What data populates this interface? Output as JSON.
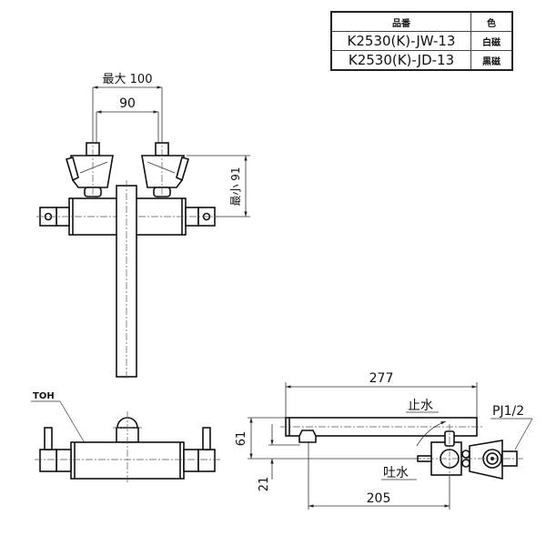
{
  "table": {
    "headers": {
      "part_number": "品番",
      "color": "色"
    },
    "rows": [
      {
        "part_number": "K2530(K)-JW-13",
        "color": "白磁"
      },
      {
        "part_number": "K2530(K)-JD-13",
        "color": "黒磁"
      }
    ]
  },
  "front_view": {
    "dim_max": "最大 100",
    "dim_spacing": "90",
    "dim_min_height": "最小 91"
  },
  "bottom_view": {
    "label": "TOH"
  },
  "side_view": {
    "dim_length": "277",
    "dim_height": "61",
    "dim_spout": "21",
    "dim_reach": "205",
    "label_stop": "止水",
    "label_discharge": "吐水",
    "label_thread": "PJ1/2"
  }
}
